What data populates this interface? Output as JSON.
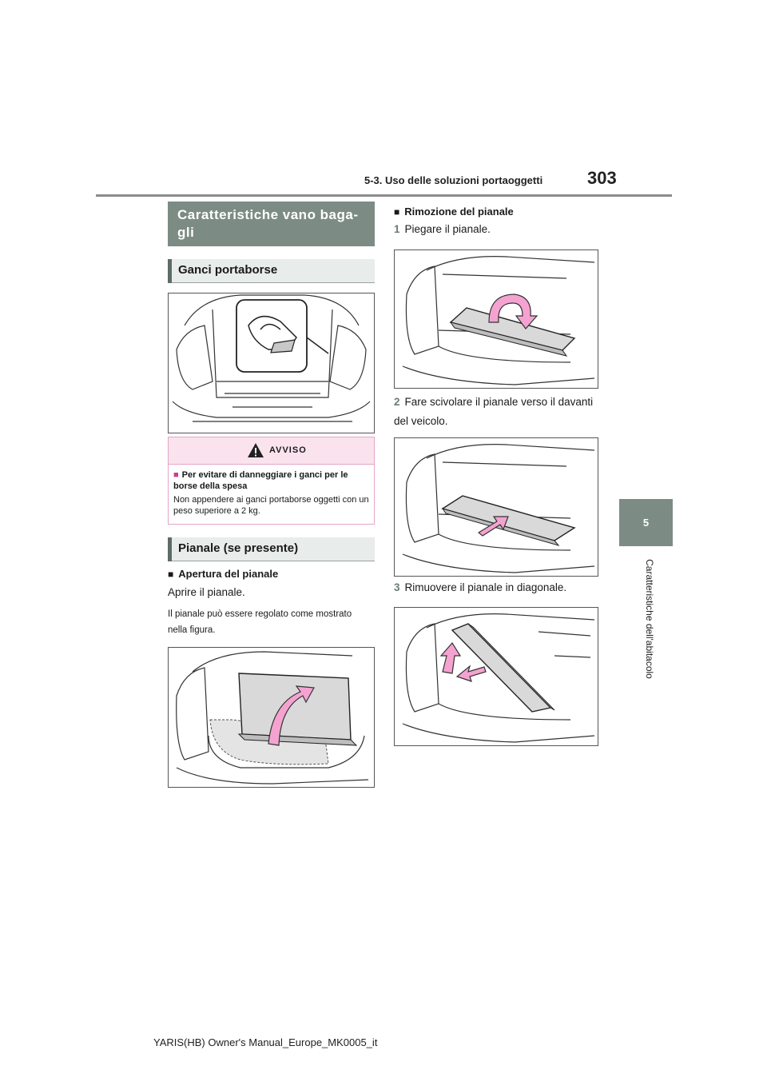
{
  "header": {
    "section": "5-3. Uso delle soluzioni portaoggetti",
    "page_number": "303"
  },
  "chapter_tab": {
    "number": "5",
    "title": "Caratteristiche dell'abitacolo"
  },
  "left_column": {
    "section_title": "Caratteristiche vano baga- gli",
    "subhead_1": "Ganci portaborse",
    "warning": {
      "label": "AVVISO",
      "title": "Per evitare di danneggiare i ganci per le borse della spesa",
      "body": "Non appendere ai ganci portaborse oggetti con un peso superiore a 2 kg."
    },
    "subhead_2": "Pianale (se presente)",
    "opening": {
      "heading": "Apertura del pianale",
      "text": "Aprire il pianale.",
      "note": "Il pianale può essere regolato come mostrato nella figura."
    }
  },
  "right_column": {
    "removal_heading": "Rimozione del pianale",
    "steps": [
      {
        "num": "1",
        "text": "Piegare il pianale."
      },
      {
        "num": "2",
        "text": "Fare scivolare il pianale verso il davanti del veicolo."
      },
      {
        "num": "3",
        "text": "Rimuovere il pianale in diagonale."
      }
    ]
  },
  "footer": {
    "text": "YARIS(HB) Owner's Manual_Europe_MK0005_it"
  },
  "colors": {
    "tab_green": "#7d8b85",
    "warning_pink": "#fbe3ee",
    "arrow_pink": "#f4a3d0"
  }
}
